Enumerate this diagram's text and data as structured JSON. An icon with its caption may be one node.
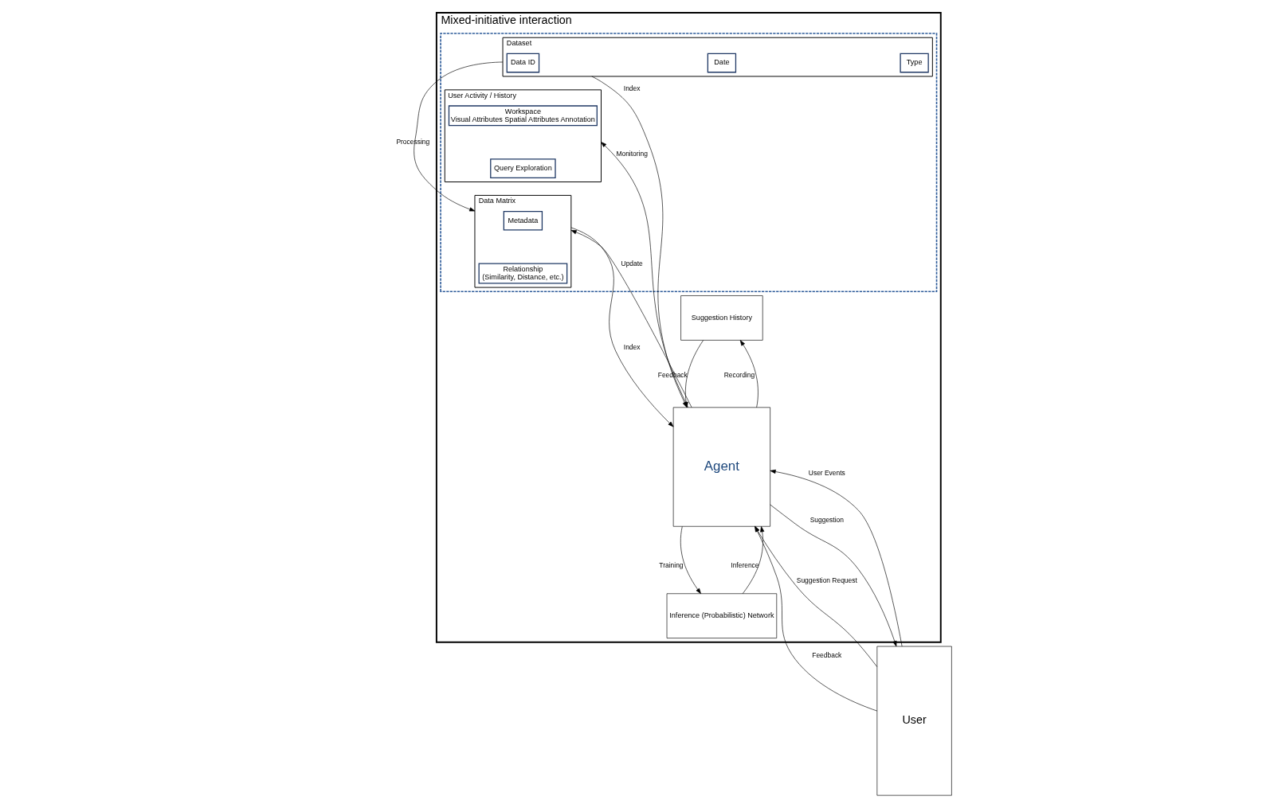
{
  "diagram": {
    "nodes": [
      {
        "text": [
          "Mixed-initiative interaction"
        ]
      },
      {
        "text": [],
        "shape": "box",
        "in": 0
      },
      {
        "text": [
          "Dataset"
        ],
        "in": 1
      },
      {
        "text": [
          "Data ID"
        ],
        "in": 2
      },
      {
        "text": [
          "Date"
        ],
        "in": 2
      },
      {
        "text": [
          "Type"
        ],
        "in": 2
      },
      {
        "text": [
          "Data Matrix"
        ],
        "in": 1
      },
      {
        "text": [
          "Metadata"
        ],
        "in": 6
      },
      {
        "text": [
          "Relationship",
          "(Similarity, Distance, etc.)"
        ],
        "in": 6
      },
      {
        "text": [
          "User Activity / History"
        ],
        "in": 1
      },
      {
        "text": [
          "Workspace",
          "Visual Attributes Spatial Attributes Annotation"
        ],
        "in": 9
      },
      {
        "text": [
          "Query Exploration"
        ],
        "in": 9
      },
      {
        "text": [
          "Suggestion History"
        ],
        "in": 0
      },
      {
        "text": [
          "Agent"
        ],
        "in": 0
      },
      {
        "text": [
          "Inference (Probabilistic) Network"
        ],
        "in": 0
      },
      {
        "text": [
          "User"
        ]
      }
    ],
    "edges": [
      {
        "from": 2,
        "to": 6,
        "arrow": "to",
        "label": "Processing"
      },
      {
        "from": 2,
        "to": 13,
        "arrow": "to",
        "label": "Index"
      },
      {
        "from": 6,
        "to": 13,
        "arrow": "to",
        "label": "Index"
      },
      {
        "from": 13,
        "to": 6,
        "arrow": "to",
        "label": "Update"
      },
      {
        "from": 13,
        "to": 9,
        "arrow": "to",
        "label": "Monitoring"
      },
      {
        "from": 13,
        "to": 12,
        "arrow": "to",
        "label": "Recording"
      },
      {
        "from": 12,
        "to": 13,
        "arrow": "to",
        "label": "Feedback"
      },
      {
        "from": 14,
        "to": 13,
        "arrow": "to",
        "label": "Inference"
      },
      {
        "from": 13,
        "to": 14,
        "arrow": "to",
        "label": "Training"
      },
      {
        "from": 13,
        "to": 15,
        "arrow": "to",
        "label": "Suggestion"
      },
      {
        "from": 15,
        "to": 13,
        "arrow": "to",
        "label": "Suggestion Request"
      },
      {
        "from": 15,
        "to": 13,
        "arrow": "to",
        "label": "Feedback"
      },
      {
        "from": 15,
        "to": 13,
        "arrow": "to",
        "label": "User Events"
      }
    ]
  }
}
